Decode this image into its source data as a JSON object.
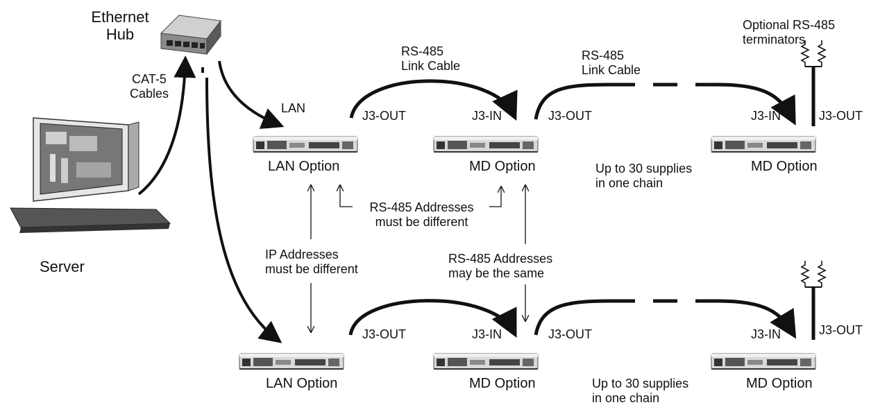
{
  "hub": {
    "label": "Ethernet\nHub"
  },
  "cables_label": "CAT-5\nCables",
  "server_label": "Server",
  "lan_label": "LAN",
  "rs485_link_cable": "RS-485\nLink Cable",
  "terminators_label": "Optional RS-485\nterminators",
  "ports": {
    "j3_out": "J3-OUT",
    "j3_in": "J3-IN"
  },
  "options": {
    "lan": "LAN Option",
    "md": "MD Option"
  },
  "chain_note": "Up to 30 supplies\nin one chain",
  "notes": {
    "rs485_different": "RS-485 Addresses\nmust be different",
    "ip_different": "IP Addresses\nmust be different",
    "rs485_same": "RS-485 Addresses\nmay be the same"
  },
  "colors": {
    "line": "#111111",
    "device": "#cfcfcf",
    "device_dark": "#3a3a3a"
  }
}
